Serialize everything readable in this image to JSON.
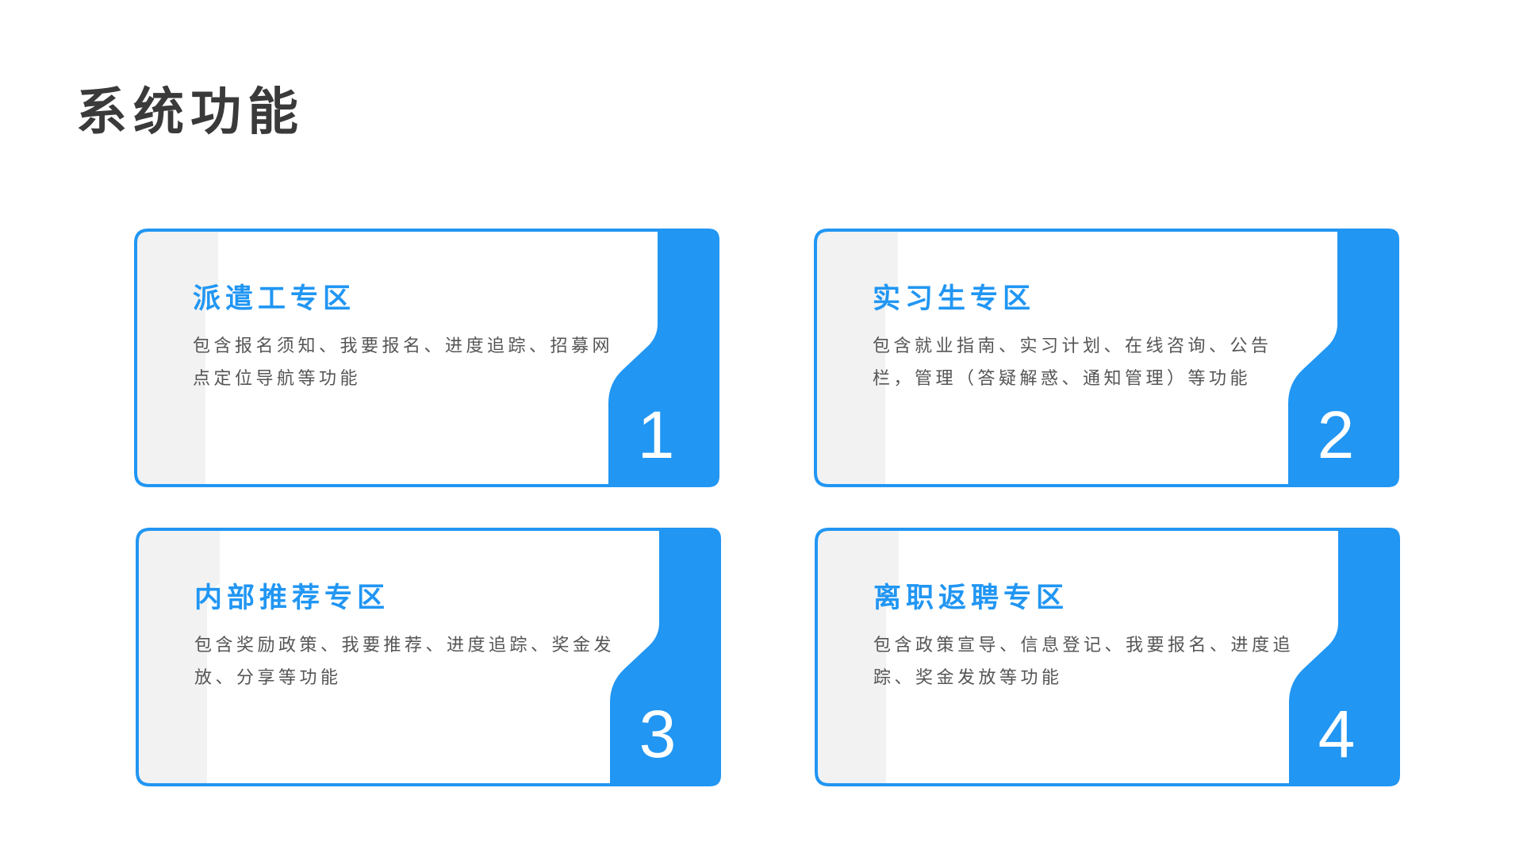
{
  "page": {
    "title": "系统功能"
  },
  "colors": {
    "accent": "#2196f3",
    "side_band": "#f2f2f2",
    "title_text": "#3a3a3a",
    "body_text": "#555555"
  },
  "cards": [
    {
      "number": "1",
      "title": "派遣工专区",
      "desc": "包含报名须知、我要报名、进度追踪、招募网点定位导航等功能"
    },
    {
      "number": "2",
      "title": "实习生专区",
      "desc": "包含就业指南、实习计划、在线咨询、公告栏，管理（答疑解惑、通知管理）等功能"
    },
    {
      "number": "3",
      "title": "内部推荐专区",
      "desc": "包含奖励政策、我要推荐、进度追踪、奖金发放、分享等功能"
    },
    {
      "number": "4",
      "title": "离职返聘专区",
      "desc": "包含政策宣导、信息登记、我要报名、进度追踪、奖金发放等功能"
    }
  ]
}
